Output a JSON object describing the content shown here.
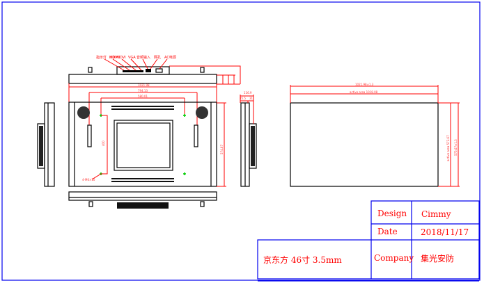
{
  "connectors": [
    "指示灯",
    "HDMI",
    "DVI",
    "VGA",
    "音频输入",
    "网孔",
    "AC电源"
  ],
  "dimensions": {
    "overall_width": "1021.98",
    "bracket_span": "794.13",
    "vesa_width": "580.01",
    "vesa_height": "400",
    "overall_height": "574.67",
    "depth": "116.9",
    "depth_a": "85.5",
    "depth_b": "31",
    "mount_holes": "4-M6×10",
    "panel_width": "1021.98±1.3",
    "active_width": "active area 1018.08",
    "active_height": "active area 572.67",
    "panel_height": "575.67±1.3"
  },
  "title_block": {
    "design_label": "Design",
    "design_value": "Cimmy",
    "date_label": "Date",
    "date_value": "2018/11/17",
    "company_label": "Company",
    "company_value": "集光安防",
    "product": "京东方 46寸 3.5mm"
  }
}
